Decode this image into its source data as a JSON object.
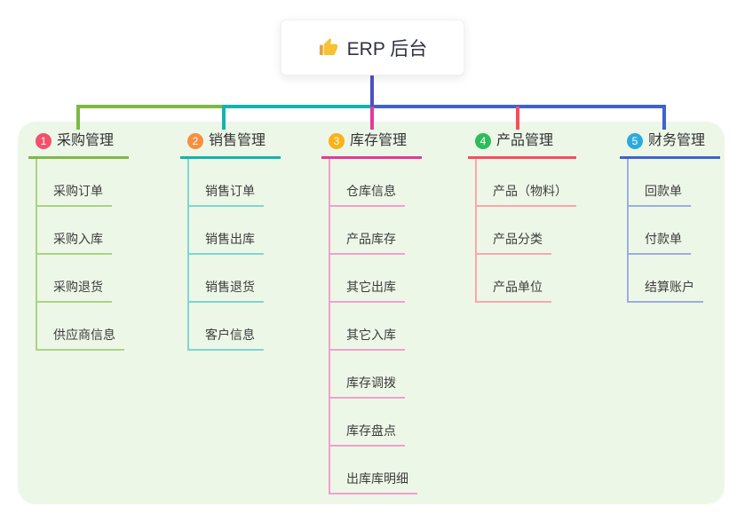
{
  "root": {
    "label": "ERP 后台",
    "icon": "thumbs-up-icon"
  },
  "branches": [
    {
      "num": "1",
      "label": "采购管理",
      "badge_color": "#f3506b",
      "line_color": "#7db944",
      "light_color": "#abd382",
      "children": [
        "采购订单",
        "采购入库",
        "采购退货",
        "供应商信息"
      ]
    },
    {
      "num": "2",
      "label": "销售管理",
      "badge_color": "#f88f3f",
      "line_color": "#14b3af",
      "light_color": "#7ed6d1",
      "children": [
        "销售订单",
        "销售出库",
        "销售退货",
        "客户信息"
      ]
    },
    {
      "num": "3",
      "label": "库存管理",
      "badge_color": "#fcb116",
      "line_color": "#e23a97",
      "light_color": "#f19fcd",
      "children": [
        "仓库信息",
        "产品库存",
        "其它出库",
        "其它入库",
        "库存调拨",
        "库存盘点",
        "出库库明细"
      ]
    },
    {
      "num": "4",
      "label": "产品管理",
      "badge_color": "#2dbd5a",
      "line_color": "#f74d5d",
      "light_color": "#fba6ab",
      "children": [
        "产品（物料）",
        "产品分类",
        "产品单位"
      ]
    },
    {
      "num": "5",
      "label": "财务管理",
      "badge_color": "#2caade",
      "line_color": "#3f62d0",
      "light_color": "#9cadde",
      "children": [
        "回款单",
        "付款单",
        "结算账户"
      ]
    }
  ],
  "colors": {
    "page_bg": "#ffffff",
    "panel_bg": "#edf7e8",
    "root_card_bg": "#ffffff",
    "root_connector": "#4b51c3",
    "root_text": "#2f3240",
    "branch_text": "#333333",
    "child_text": "#3d3d3d",
    "thumb_yellow": "#f6c233",
    "thumb_cuff": "#e8a33d"
  }
}
